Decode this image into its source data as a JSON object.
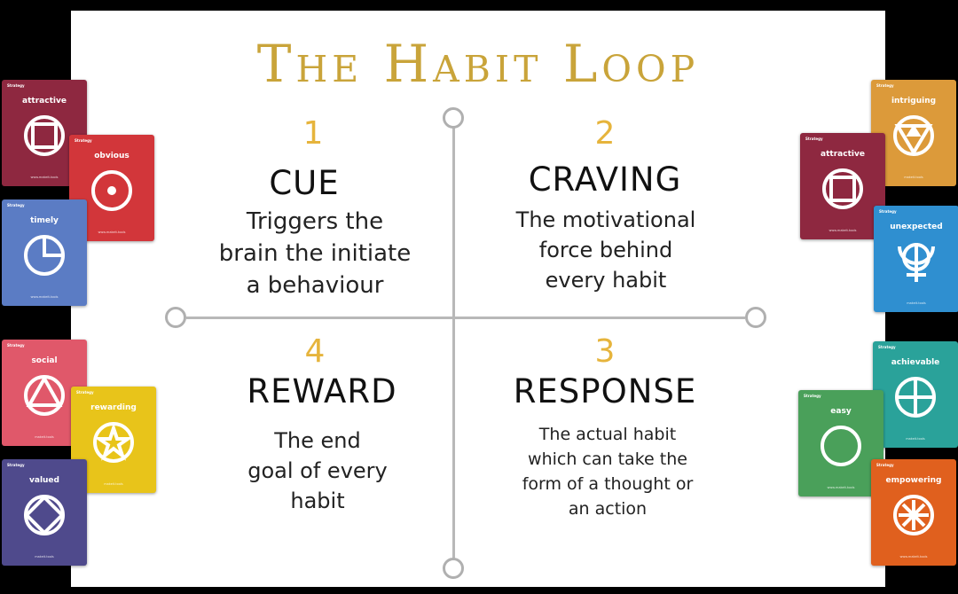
{
  "title": "The Habit Loop",
  "quadrants": [
    {
      "number": "1",
      "heading": "CUE",
      "lines": [
        "Triggers the",
        "brain the initiate",
        "a behaviour"
      ]
    },
    {
      "number": "2",
      "heading": "CRAVING",
      "lines": [
        "The motivational",
        "force behind",
        "every habit"
      ]
    },
    {
      "number": "3",
      "heading": "RESPONSE",
      "lines": [
        "The actual habit",
        "which can take the",
        "form of a thought or",
        "an action"
      ]
    },
    {
      "number": "4",
      "heading": "REWARD",
      "lines": [
        "The end",
        "goal of every",
        "habit"
      ]
    }
  ],
  "cards": [
    {
      "strategy": "Strategy",
      "label": "attractive",
      "color": "#8e2840",
      "icon": "circle-square",
      "footer": "www.makeit.tools"
    },
    {
      "strategy": "Strategy",
      "label": "obvious",
      "color": "#d2363a",
      "icon": "circle-dot",
      "footer": "www.makeit.tools"
    },
    {
      "strategy": "Strategy",
      "label": "timely",
      "color": "#5b7cc4",
      "icon": "clock",
      "footer": "www.makeit.tools"
    },
    {
      "strategy": "Strategy",
      "label": "social",
      "color": "#e0586a",
      "icon": "circle-triangle",
      "footer": "makeit.tools"
    },
    {
      "strategy": "Strategy",
      "label": "rewarding",
      "color": "#e8c41a",
      "icon": "circle-star",
      "footer": "makeit.tools"
    },
    {
      "strategy": "Strategy",
      "label": "valued",
      "color": "#4f4a8c",
      "icon": "circle-diamond",
      "footer": "makeit.tools"
    },
    {
      "strategy": "Strategy",
      "label": "intriguing",
      "color": "#dc9a3a",
      "icon": "circle-inverted-triangle",
      "footer": "makeit.tools"
    },
    {
      "strategy": "Strategy",
      "label": "attractive",
      "color": "#8e2840",
      "icon": "circle-square",
      "footer": "www.makeit.tools"
    },
    {
      "strategy": "Strategy",
      "label": "unexpected",
      "color": "#2f8fd0",
      "icon": "psi",
      "footer": "makeit.tools"
    },
    {
      "strategy": "Strategy",
      "label": "achievable",
      "color": "#2aa29a",
      "icon": "circle-cross",
      "footer": "makeit.tools"
    },
    {
      "strategy": "Strategy",
      "label": "easy",
      "color": "#4aa05a",
      "icon": "circle",
      "footer": "www.makeit.tools"
    },
    {
      "strategy": "Strategy",
      "label": "empowering",
      "color": "#e0601e",
      "icon": "circle-asterisk",
      "footer": "www.makeit.tools"
    }
  ]
}
